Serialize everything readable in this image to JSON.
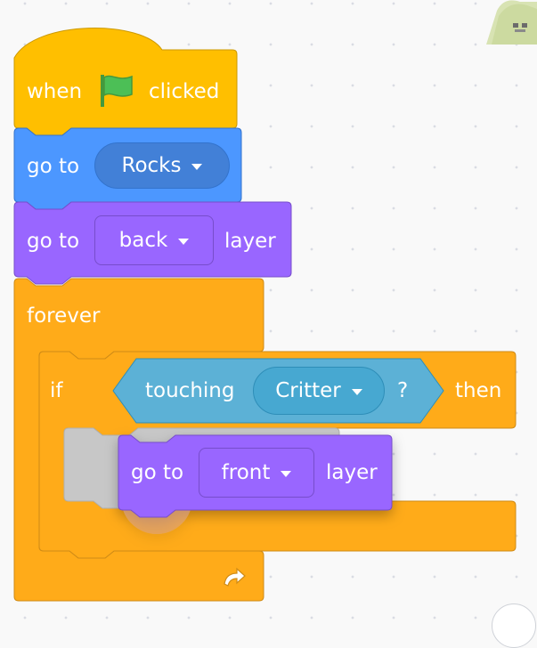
{
  "colors": {
    "events": "#ffbf00",
    "events_border": "#cc9900",
    "motion": "#4c97ff",
    "motion_border": "#3373cc",
    "motion_dropdown": "#4280d7",
    "looks": "#9966ff",
    "looks_border": "#774dcb",
    "control": "#ffab19",
    "control_border": "#cf8b17",
    "sensing": "#5cb1d6",
    "sensing_border": "#2e8eb8",
    "sensing_dropdown": "#47a8d1",
    "workspace_bg": "#f9f9f9"
  },
  "hat_block": {
    "text_before": "when",
    "flag_icon": "green-flag-icon",
    "text_after": "clicked"
  },
  "goto_sprite_block": {
    "label": "go to",
    "dropdown_value": "Rocks"
  },
  "goto_layer_block": {
    "label": "go to",
    "dropdown_value": "back",
    "suffix": "layer"
  },
  "forever_block": {
    "label": "forever",
    "loop_icon": "loop-arrow-icon"
  },
  "if_block": {
    "label": "if",
    "condition": {
      "label": "touching",
      "dropdown_value": "Critter",
      "question": "?"
    },
    "then_label": "then"
  },
  "dragged_block": {
    "label": "go to",
    "dropdown_value": "front",
    "suffix": "layer"
  },
  "zoom_control": {
    "icon": "zoom-in-icon"
  },
  "sprite_thumbnail": {
    "icon": "sprite-thumbnail"
  }
}
